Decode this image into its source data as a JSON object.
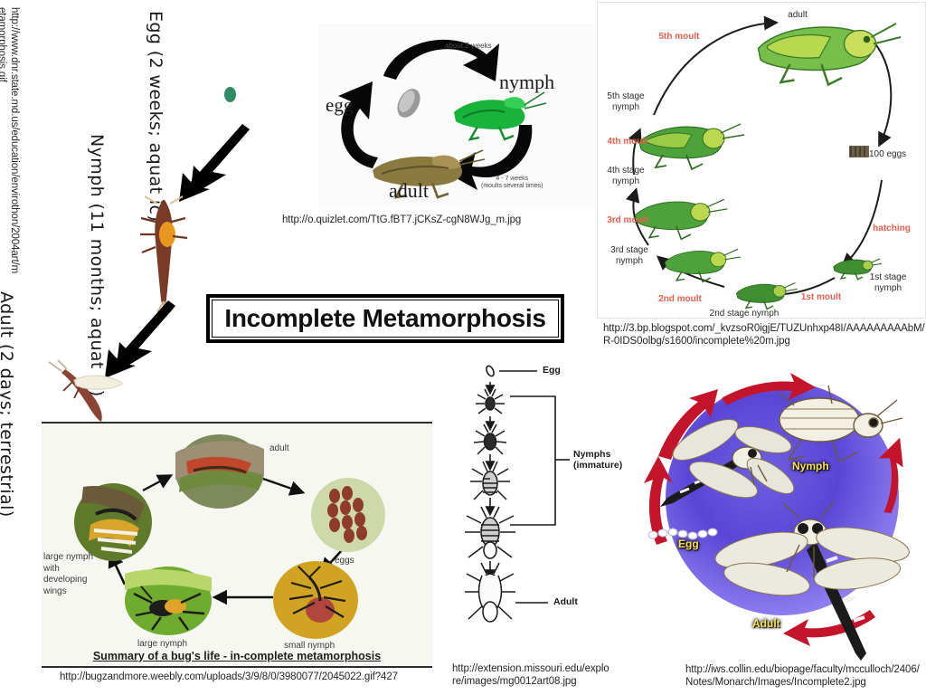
{
  "slide": {
    "title": "Incomplete Metamorphosis",
    "background_color": "#ffffff",
    "accent_red": "#e8604c",
    "label_yellow": "#ffe34d"
  },
  "mayfly_diagram": {
    "source_url": "http://www.dnr.state.md.us/education/envirothon/2004art/metamorphosis.gif",
    "stages": [
      {
        "name": "Egg",
        "detail": "(2 weeks; aquatic)",
        "label": "Egg  (2 weeks; aquat ic)"
      },
      {
        "name": "Nymph",
        "detail": "(11 months; aquatic)",
        "label": "Nymph  (11 months; aquat ic)"
      },
      {
        "name": "Adult",
        "detail": "(2 days; terrestrial)",
        "label": "Adult  (2 days; terrestrial)"
      }
    ],
    "egg_color": "#2e8b63",
    "nymph_color": "#7a3a28",
    "adult_color": "#8a4434"
  },
  "quizlet_diagram": {
    "source_url": "http://o.quizlet.com/TtG.fBT7.jCKsZ-cgN8WJg_m.jpg",
    "labels": {
      "egg": "egg",
      "nymph": "nymph",
      "adult": "adult"
    },
    "annotations": {
      "egg_to_nymph": "about 2 weeks",
      "nymph_to_adult": "4 - 7 weeks\n(moults several times)"
    },
    "nymph_color": "#19b23a",
    "adult_color": "#7d6b3c"
  },
  "blogspot_diagram": {
    "source_url": "http://3.bp.blogspot.com/_kvzsoR0igjE/TUZUnhxp48I/AAAAAAAAAbM/R-0IDS0olbg/s1600/incomplete%20m.jpg",
    "stage_labels": [
      "adult",
      "5th stage nymph",
      "4th stage nymph",
      "3rd stage nymph",
      "2nd stage nymph",
      "1st stage nymph",
      "100 eggs"
    ],
    "transition_labels": [
      "5th moult",
      "4th moult",
      "3rd moult",
      "2nd moult",
      "1st moult",
      "hatching"
    ],
    "moult_color": "#e8604c",
    "grasshopper_green": "#4ea23c"
  },
  "weebly_diagram": {
    "source_url": "http://bugzandmore.weebly.com/uploads/3/9/8/0/3980077/2045022.gif?427",
    "title": "Summary of a bug's life - in-complete metamorphosis",
    "labels": [
      "adult",
      "eggs",
      "small nymph",
      "large nymph",
      "large nymph\nwith\ndeveloping\nwings"
    ]
  },
  "missouri_diagram": {
    "source_url": "http://extension.missouri.edu/explore/images/mg0012art08.jpg",
    "labels": {
      "egg": "Egg",
      "nymphs": "Nymphs\n(immature)",
      "adult": "Adult"
    },
    "nymph_stage_count": 4
  },
  "collin_diagram": {
    "source_url": "http://iws.collin.edu/biopage/faculty/mcculloch/2406/Notes/Monarch/Images/Incomplete2.jpg",
    "labels": {
      "egg": "Egg",
      "nymph": "Nymph",
      "adult": "Adult"
    },
    "arrow_color": "#c4142b",
    "circle_color": "#6a56e0"
  }
}
